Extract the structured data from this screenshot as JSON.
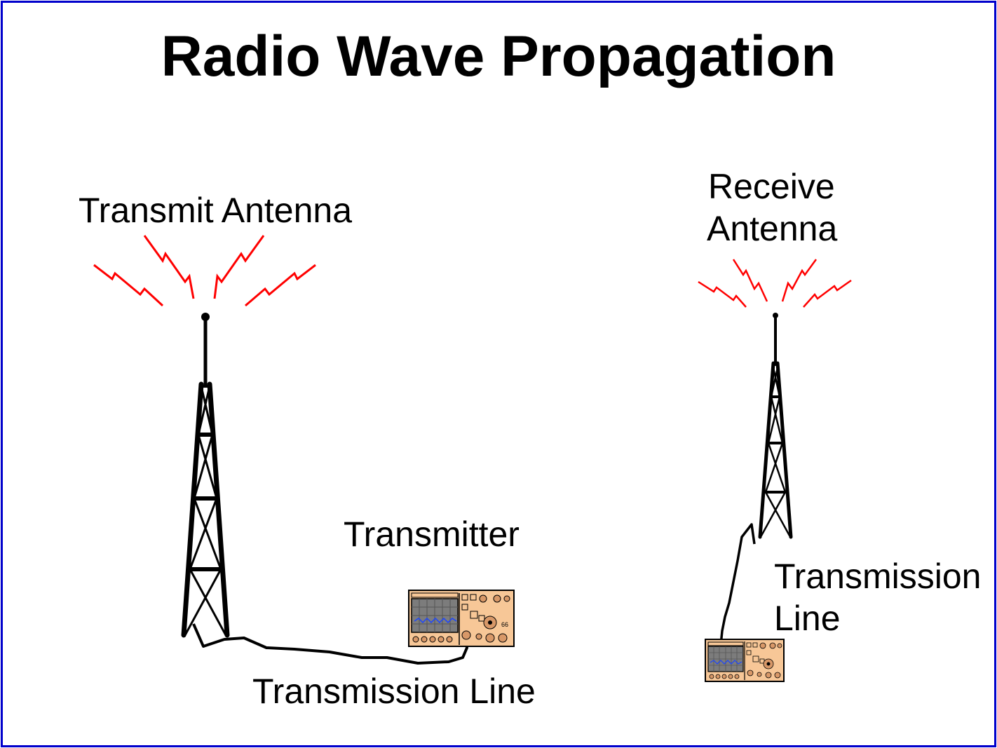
{
  "slide": {
    "title": "Radio Wave Propagation",
    "border_color": "#0000cc",
    "wave_color": "#ff0000"
  },
  "labels": {
    "transmit_antenna": "Transmit Antenna",
    "receive_antenna_line1": "Receive",
    "receive_antenna_line2": "Antenna",
    "transmitter": "Transmitter",
    "transmission_line_left": "Transmission Line",
    "transmission_line_right_line1": "Transmission",
    "transmission_line_right_line2": "Line"
  }
}
